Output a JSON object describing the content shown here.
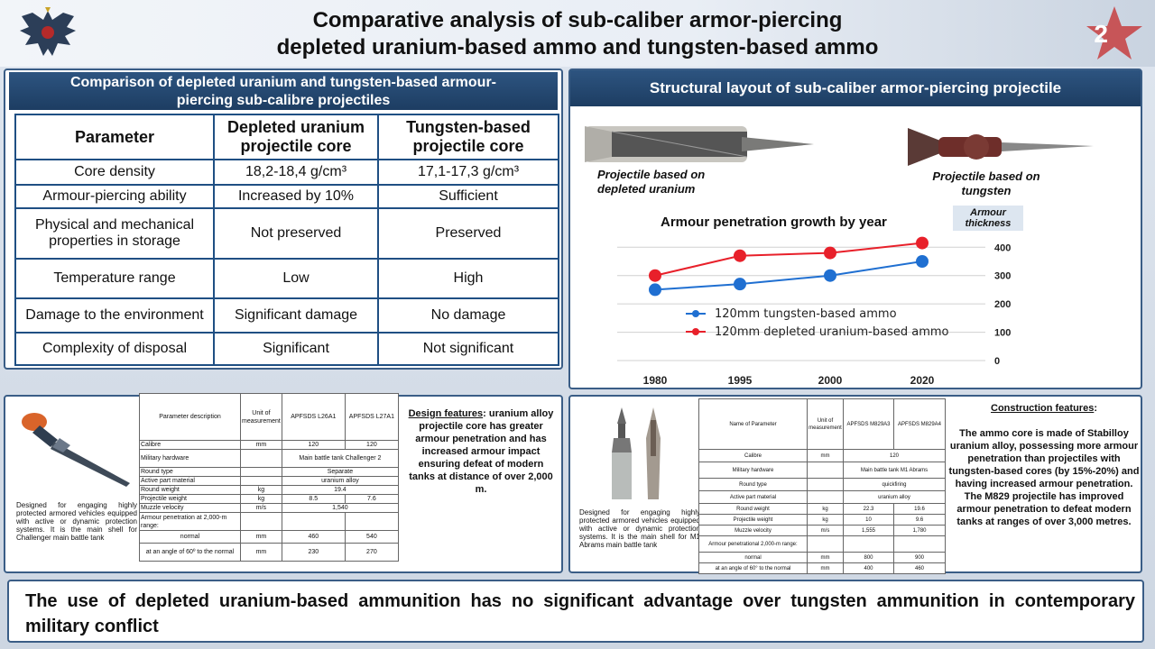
{
  "header": {
    "title_line1": "Comparative analysis of sub-caliber armor-piercing",
    "title_line2": "depleted uranium-based ammo and tungsten-based ammo",
    "page_number": "2"
  },
  "comparison": {
    "heading_line1": "Comparison of depleted uranium and tungsten-based armour-",
    "heading_line2": "piercing sub-calibre projectiles",
    "columns": [
      "Parameter",
      "Depleted uranium projectile core",
      "Tungsten-based projectile core"
    ],
    "rows": [
      [
        "Core density",
        "18,2-18,4 g/cm³",
        "17,1-17,3 g/cm³"
      ],
      [
        "Armour-piercing ability",
        "Increased by 10%",
        "Sufficient"
      ],
      [
        "Physical and mechanical properties in storage",
        "Not preserved",
        "Preserved"
      ],
      [
        "Temperature range",
        "Low",
        "High"
      ],
      [
        "Damage to the environment",
        "Significant damage",
        "No damage"
      ],
      [
        "Complexity of disposal",
        "Significant",
        "Not significant"
      ]
    ]
  },
  "layout_panel": {
    "heading": "Structural layout of sub-caliber armor-piercing projectile",
    "label_du": "Projectile based on depleted uranium",
    "label_w": "Projectile based on tungsten"
  },
  "chart_data": {
    "type": "line",
    "title": "Armour penetration growth by year",
    "ylabel": "Armour thickness",
    "x": [
      "1980",
      "1995",
      "2000",
      "2020"
    ],
    "y_ticks": [
      "0",
      "100",
      "200",
      "300",
      "400"
    ],
    "ylim": [
      0,
      420
    ],
    "series": [
      {
        "name": "120mm tungsten-based ammo",
        "color": "#1f6fd1",
        "values": [
          250,
          270,
          300,
          350
        ]
      },
      {
        "name": "120mm depleted uranium-based ammo",
        "color": "#e8202a",
        "values": [
          300,
          370,
          380,
          415
        ]
      }
    ]
  },
  "uk_panel": {
    "caption": "Designed for engaging highly protected armored vehicles equipped with active or dynamic protection systems. It is the main shell for Challenger main battle tank",
    "table": {
      "header": [
        "Parameter description",
        "Unit of measurement",
        "APFSDS L26A1",
        "APFSDS L27A1"
      ],
      "rows": [
        [
          "Calibre",
          "mm",
          "120",
          "120"
        ],
        [
          "Military hardware",
          "",
          "Main battle tank Challenger 2",
          ""
        ],
        [
          "Round type",
          "",
          "Separate",
          ""
        ],
        [
          "Active part material",
          "",
          "uranium alloy",
          ""
        ],
        [
          "Round weight",
          "kg",
          "19.4",
          ""
        ],
        [
          "Projectile weight",
          "kg",
          "8.5",
          "7.6"
        ],
        [
          "Muzzle velocity",
          "m/s",
          "1,540",
          ""
        ],
        [
          "Armour penetration at 2,000-m range:",
          "",
          "",
          ""
        ],
        [
          "normal",
          "mm",
          "460",
          "540"
        ],
        [
          "at an angle of 60º to the normal",
          "mm",
          "230",
          "270"
        ]
      ]
    },
    "design_title": "Design features",
    "design_text": ": uranium alloy projectile core has greater armour penetration and has increased armour impact ensuring defeat of modern tanks at distance of over 2,000 m."
  },
  "us_panel": {
    "caption": "Designed for engaging highly protected armored vehicles equipped with active or dynamic protection systems. It is the main shell for M1 Abrams main battle tank",
    "table": {
      "header": [
        "Name of Parameter",
        "Unit of measurement",
        "APFSDS M829A3",
        "APFSDS M829A4"
      ],
      "rows": [
        [
          "Calibre",
          "mm",
          "120",
          ""
        ],
        [
          "Military hardware",
          "",
          "Main battle tank M1 Abrams",
          ""
        ],
        [
          "Round type",
          "",
          "quickfiring",
          ""
        ],
        [
          "Active part material",
          "",
          "uranium alloy",
          ""
        ],
        [
          "Round weight",
          "kg",
          "22.3",
          "19.6"
        ],
        [
          "Projectile weight",
          "kg",
          "10",
          "9.6"
        ],
        [
          "Muzzle velocity",
          "m/s",
          "1,555",
          "1,780"
        ],
        [
          "Armour penetrational 2,000-m range:",
          "",
          "",
          ""
        ],
        [
          "normal",
          "mm",
          "800",
          "900"
        ],
        [
          "at an angle of 60° to the normal",
          "mm",
          "400",
          "460"
        ]
      ]
    },
    "construction_title": "Construction features",
    "construction_text": "The ammo core is made of Stabilloy uranium alloy, possessing more armour penetration than projectiles with tungsten-based cores (by 15%-20%) and having increased armour penetration. The M829 projectile has improved armour penetration to defeat modern tanks at ranges of over 3,000 metres."
  },
  "conclusion": "The use of depleted uranium-based ammunition has no significant advantage over tungsten ammunition in contemporary military conflict"
}
